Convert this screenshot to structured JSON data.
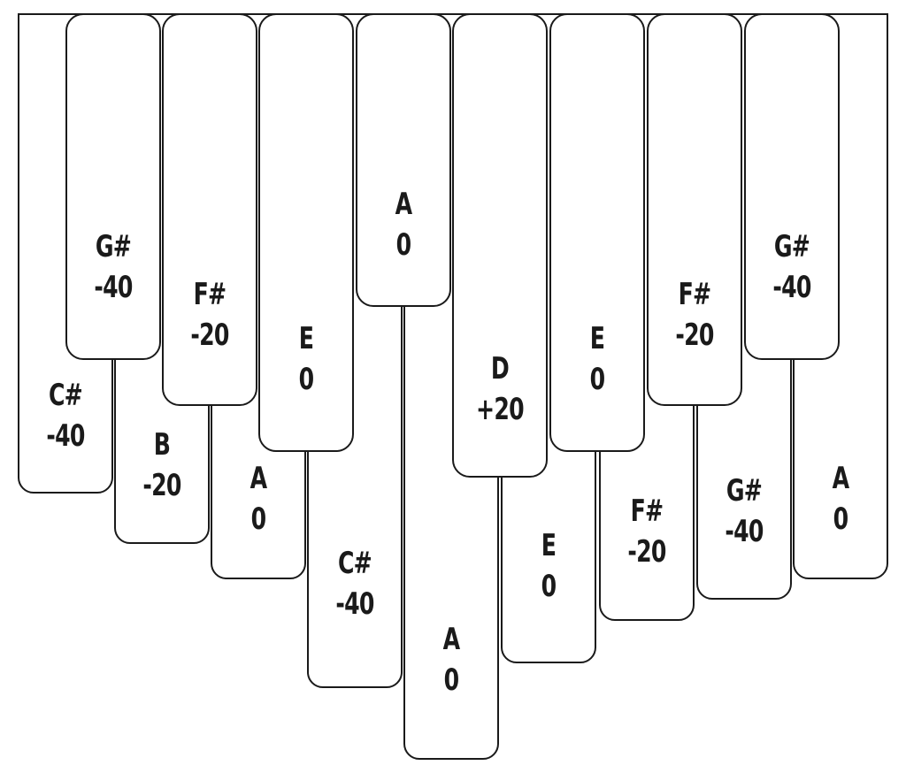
{
  "tines": [
    {
      "note": "C#",
      "cents": "-40"
    },
    {
      "note": "B",
      "cents": "-20"
    },
    {
      "note": "A",
      "cents": "0"
    },
    {
      "note": "C#",
      "cents": "-40"
    },
    {
      "note": "A",
      "cents": "0"
    },
    {
      "note": "E",
      "cents": "0"
    },
    {
      "note": "F#",
      "cents": "-20"
    },
    {
      "note": "G#",
      "cents": "-40"
    },
    {
      "note": "A",
      "cents": "0"
    },
    {
      "note": "G#",
      "cents": "-40"
    },
    {
      "note": "F#",
      "cents": "-20"
    },
    {
      "note": "E",
      "cents": "0"
    },
    {
      "note": "A",
      "cents": "0"
    },
    {
      "note": "D",
      "cents": "+20"
    },
    {
      "note": "E",
      "cents": "0"
    },
    {
      "note": "F#",
      "cents": "-20"
    },
    {
      "note": "G#",
      "cents": "-40"
    }
  ]
}
